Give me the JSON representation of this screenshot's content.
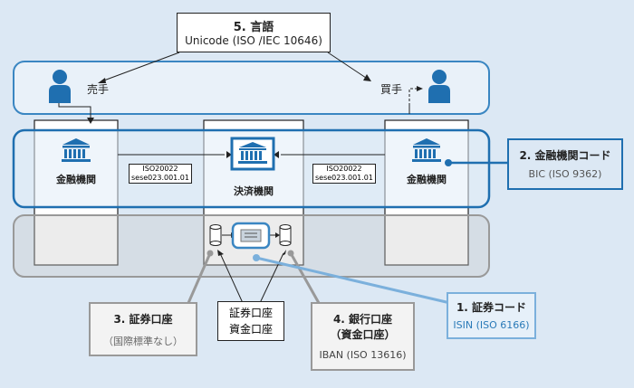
{
  "language": {
    "title": "5. 言語",
    "sub": "Unicode (ISO /IEC 10646)"
  },
  "parties": {
    "seller": "売手",
    "buyer": "買手"
  },
  "institutions": {
    "left": "金融機関",
    "center": "決済機関",
    "right": "金融機関"
  },
  "messages": {
    "left": {
      "line1": "ISO20022",
      "line2": "sese023.001.01"
    },
    "right": {
      "line1": "ISO20022",
      "line2": "sese023.001.01"
    }
  },
  "accounts_label": {
    "line1": "証券口座",
    "line2": "資金口座"
  },
  "boxes": {
    "bic": {
      "title": "2. 金融機関コード",
      "sub": "BIC (ISO 9362)"
    },
    "securities_account": {
      "title": "3. 証券口座",
      "sub": "（国際標準なし）"
    },
    "bank_account": {
      "title": "4. 銀行口座",
      "title2": "（資金口座）",
      "sub": "IBAN (ISO 13616)"
    },
    "securities_code": {
      "title": "1. 証券コード",
      "sub": "ISIN (ISO 6166)"
    }
  },
  "colors": {
    "accent": "#2a7ab8",
    "bg": "#dce8f4",
    "gray": "#999999",
    "bank": "#1f6fb0"
  }
}
